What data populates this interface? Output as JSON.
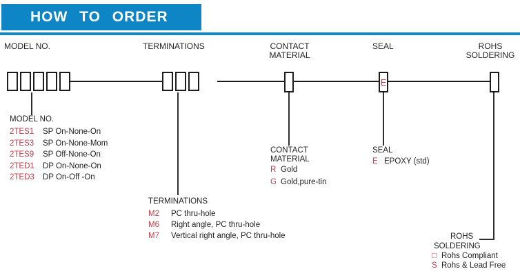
{
  "banner": {
    "title": "HOW TO ORDER"
  },
  "colors": {
    "banner_blue": "#0e86c6",
    "code_red": "#c23b4a",
    "text_black": "#232323"
  },
  "columns": {
    "model": "MODEL NO.",
    "terminations": "TERMINATIONS",
    "contact_line1": "CONTACT",
    "contact_line2": "MATERIAL",
    "seal": "SEAL",
    "rohs_line1": "ROHS",
    "rohs_line2": "SOLDERING"
  },
  "boxes": {
    "seal_code": "E"
  },
  "sections": {
    "model": {
      "title": "MODEL NO.",
      "options": [
        {
          "code": "2TES1",
          "desc": "SP On-None-On"
        },
        {
          "code": "2TES3",
          "desc": "SP On-None-Mom"
        },
        {
          "code": "2TES9",
          "desc": "SP Off-None-On"
        },
        {
          "code": "2TED1",
          "desc": "DP On-None-On"
        },
        {
          "code": "2TED3",
          "desc": "DP On-Off -On"
        }
      ]
    },
    "terminations": {
      "title": "TERMINATIONS",
      "options": [
        {
          "code": "M2",
          "desc": "PC thru-hole"
        },
        {
          "code": "M6",
          "desc": "Right angle, PC thru-hole"
        },
        {
          "code": "M7",
          "desc": "Vertical right angle, PC thru-hole"
        }
      ]
    },
    "contact": {
      "title_line1": "CONTACT",
      "title_line2": "MATERIAL",
      "options": [
        {
          "code": "R",
          "desc": "Gold"
        },
        {
          "code": "G",
          "desc": "Gold,pure-tin"
        }
      ]
    },
    "seal": {
      "title": "SEAL",
      "options": [
        {
          "code": "E",
          "desc": "EPOXY (std)"
        }
      ]
    },
    "rohs": {
      "title_line1": "ROHS",
      "title_line2": "SOLDERING",
      "options": [
        {
          "code": "□",
          "desc": "Rohs Compliant"
        },
        {
          "code": "S",
          "desc": "Rohs & Lead Free"
        }
      ]
    }
  }
}
